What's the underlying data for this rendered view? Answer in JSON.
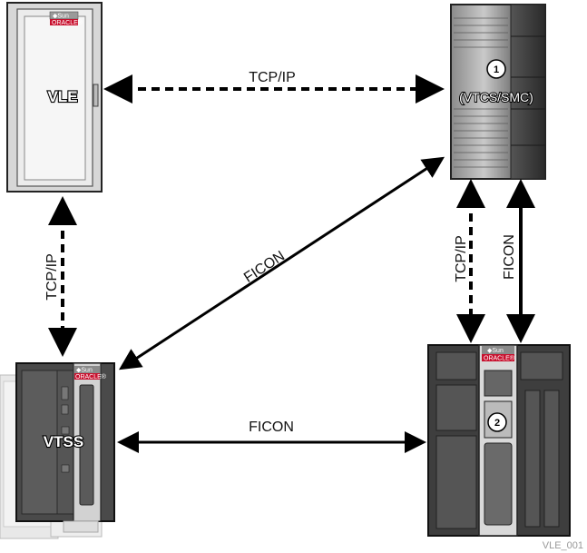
{
  "devices": {
    "vle": {
      "label": "VLE"
    },
    "host": {
      "label": "(VTCS/SMC)",
      "callout": "1"
    },
    "vtss": {
      "label": "VTSS"
    },
    "library": {
      "callout": "2"
    }
  },
  "branding": {
    "sun": "◆Sun",
    "oracle": "ORACLE®"
  },
  "connections": {
    "vle_host": "TCP/IP",
    "vle_vtss": "TCP/IP",
    "vtss_host": "FICON",
    "vtss_library": "FICON",
    "host_library_tcp": "TCP/IP",
    "host_library_ficon": "FICON"
  },
  "figure_id": "VLE_001",
  "colors": {
    "cabinet_dark": "#4a4a4a",
    "cabinet_light": "#e4e4e4",
    "oracle_red": "#c8102e",
    "arrow": "#000000"
  }
}
